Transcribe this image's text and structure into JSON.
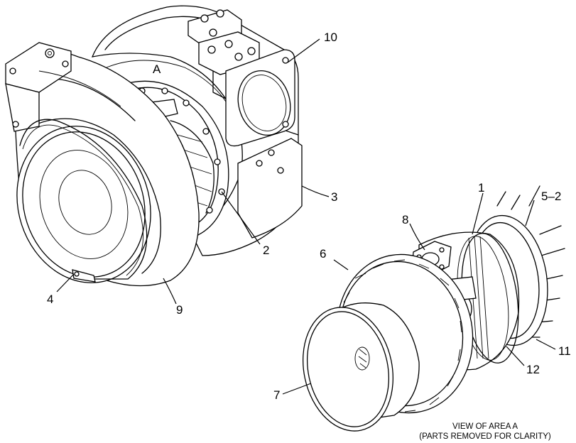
{
  "callouts": [
    {
      "id": "A",
      "text": "A"
    },
    {
      "id": "10",
      "text": "10"
    },
    {
      "id": "3",
      "text": "3"
    },
    {
      "id": "2",
      "text": "2"
    },
    {
      "id": "4",
      "text": "4"
    },
    {
      "id": "9",
      "text": "9"
    },
    {
      "id": "1",
      "text": "1"
    },
    {
      "id": "5-2",
      "text": "5–2"
    },
    {
      "id": "8",
      "text": "8"
    },
    {
      "id": "6",
      "text": "6"
    },
    {
      "id": "7",
      "text": "7"
    },
    {
      "id": "12",
      "text": "12"
    },
    {
      "id": "11",
      "text": "11"
    }
  ],
  "caption": {
    "line1": "VIEW OF AREA  A",
    "line2": "(PARTS REMOVED FOR CLARITY)"
  }
}
